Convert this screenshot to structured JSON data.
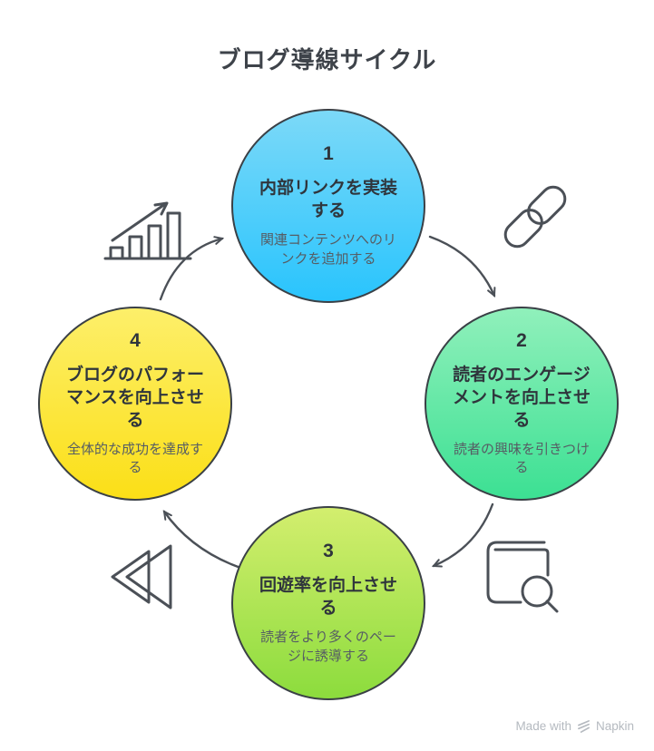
{
  "page": {
    "title": "ブログ導線サイクル"
  },
  "colors": {
    "stroke_dark": "#3a4046",
    "arrow_stroke": "#4b5057",
    "title_text": "#3e434a",
    "node_text": "#2f353c",
    "desc_text": "#565d64",
    "watermark_text": "#b5bac0"
  },
  "steps": [
    {
      "number": "1",
      "title": "内部リンクを実装\nする",
      "description": "関連コンテンツへのリ\nンクを追加する",
      "color_top": "#7cd9f8",
      "color_bottom": "#29c4fd",
      "icon": "growth-chart-icon"
    },
    {
      "number": "2",
      "title": "読者のエンゲージ\nメントを向上させ\nる",
      "description": "読者の興味を引きつけ\nる",
      "color_top": "#90f0bb",
      "color_bottom": "#3ce093",
      "icon": "chain-link-icon"
    },
    {
      "number": "3",
      "title": "回遊率を向上させ\nる",
      "description": "読者をより多くのペー\nジに誘導する",
      "color_top": "#d3ee6e",
      "color_bottom": "#8cdc3d",
      "icon": "book-search-icon"
    },
    {
      "number": "4",
      "title": "ブログのパフォー\nマンスを向上させ\nる",
      "description": "全体的な成功を達成す\nる",
      "color_top": "#fdef6a",
      "color_bottom": "#fbdf17",
      "icon": "rewind-icon"
    }
  ],
  "watermark": {
    "prefix": "Made with",
    "brand": "Napkin"
  }
}
